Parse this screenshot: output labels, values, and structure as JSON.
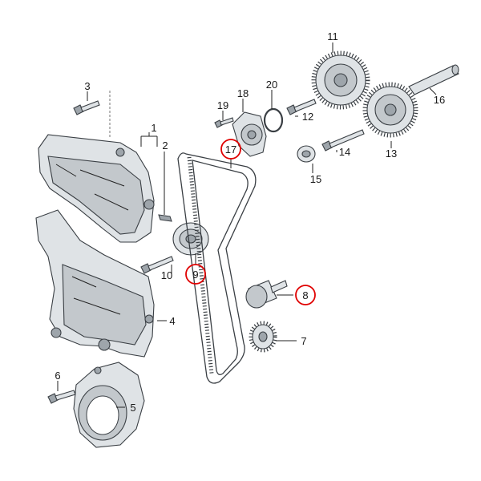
{
  "labels": {
    "p1": "1",
    "p2": "2",
    "p3": "3",
    "p4": "4",
    "p5": "5",
    "p6": "6",
    "p7": "7",
    "p8": "8",
    "p9": "9",
    "p10": "10",
    "p11": "11",
    "p12": "12",
    "p13": "13",
    "p14": "14",
    "p15": "15",
    "p16": "16",
    "p17": "17",
    "p18": "18",
    "p19": "19",
    "p20": "20"
  },
  "highlight_color": "#e00000",
  "highlighted_parts": [
    "17",
    "9",
    "8"
  ]
}
